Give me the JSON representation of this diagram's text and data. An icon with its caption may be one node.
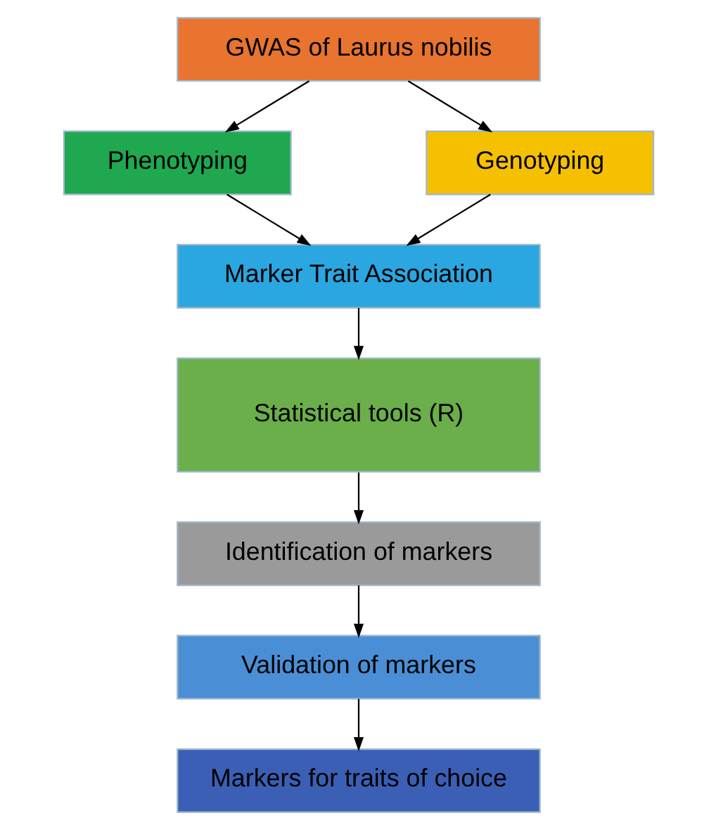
{
  "diagram": {
    "nodes": [
      {
        "text": [
          "GWAS of Laurus nobilis"
        ]
      },
      {
        "text": [
          "Phenotyping"
        ]
      },
      {
        "text": [
          "Genotyping"
        ]
      },
      {
        "text": [
          "Marker Trait Association"
        ]
      },
      {
        "text": [
          "Statistical tools (R)"
        ]
      },
      {
        "text": [
          "Identification of markers"
        ]
      },
      {
        "text": [
          "Validation of markers"
        ]
      },
      {
        "text": [
          "Markers for traits of choice"
        ]
      }
    ],
    "edges": [
      {
        "from": 0,
        "to": 1,
        "arrow": "to"
      },
      {
        "from": 0,
        "to": 2,
        "arrow": "to"
      },
      {
        "from": 1,
        "to": 3,
        "arrow": "to"
      },
      {
        "from": 2,
        "to": 3,
        "arrow": "to"
      },
      {
        "from": 3,
        "to": 4,
        "arrow": "to"
      },
      {
        "from": 4,
        "to": 5,
        "arrow": "to"
      },
      {
        "from": 5,
        "to": 6,
        "arrow": "to"
      },
      {
        "from": 6,
        "to": 7,
        "arrow": "to"
      }
    ]
  }
}
